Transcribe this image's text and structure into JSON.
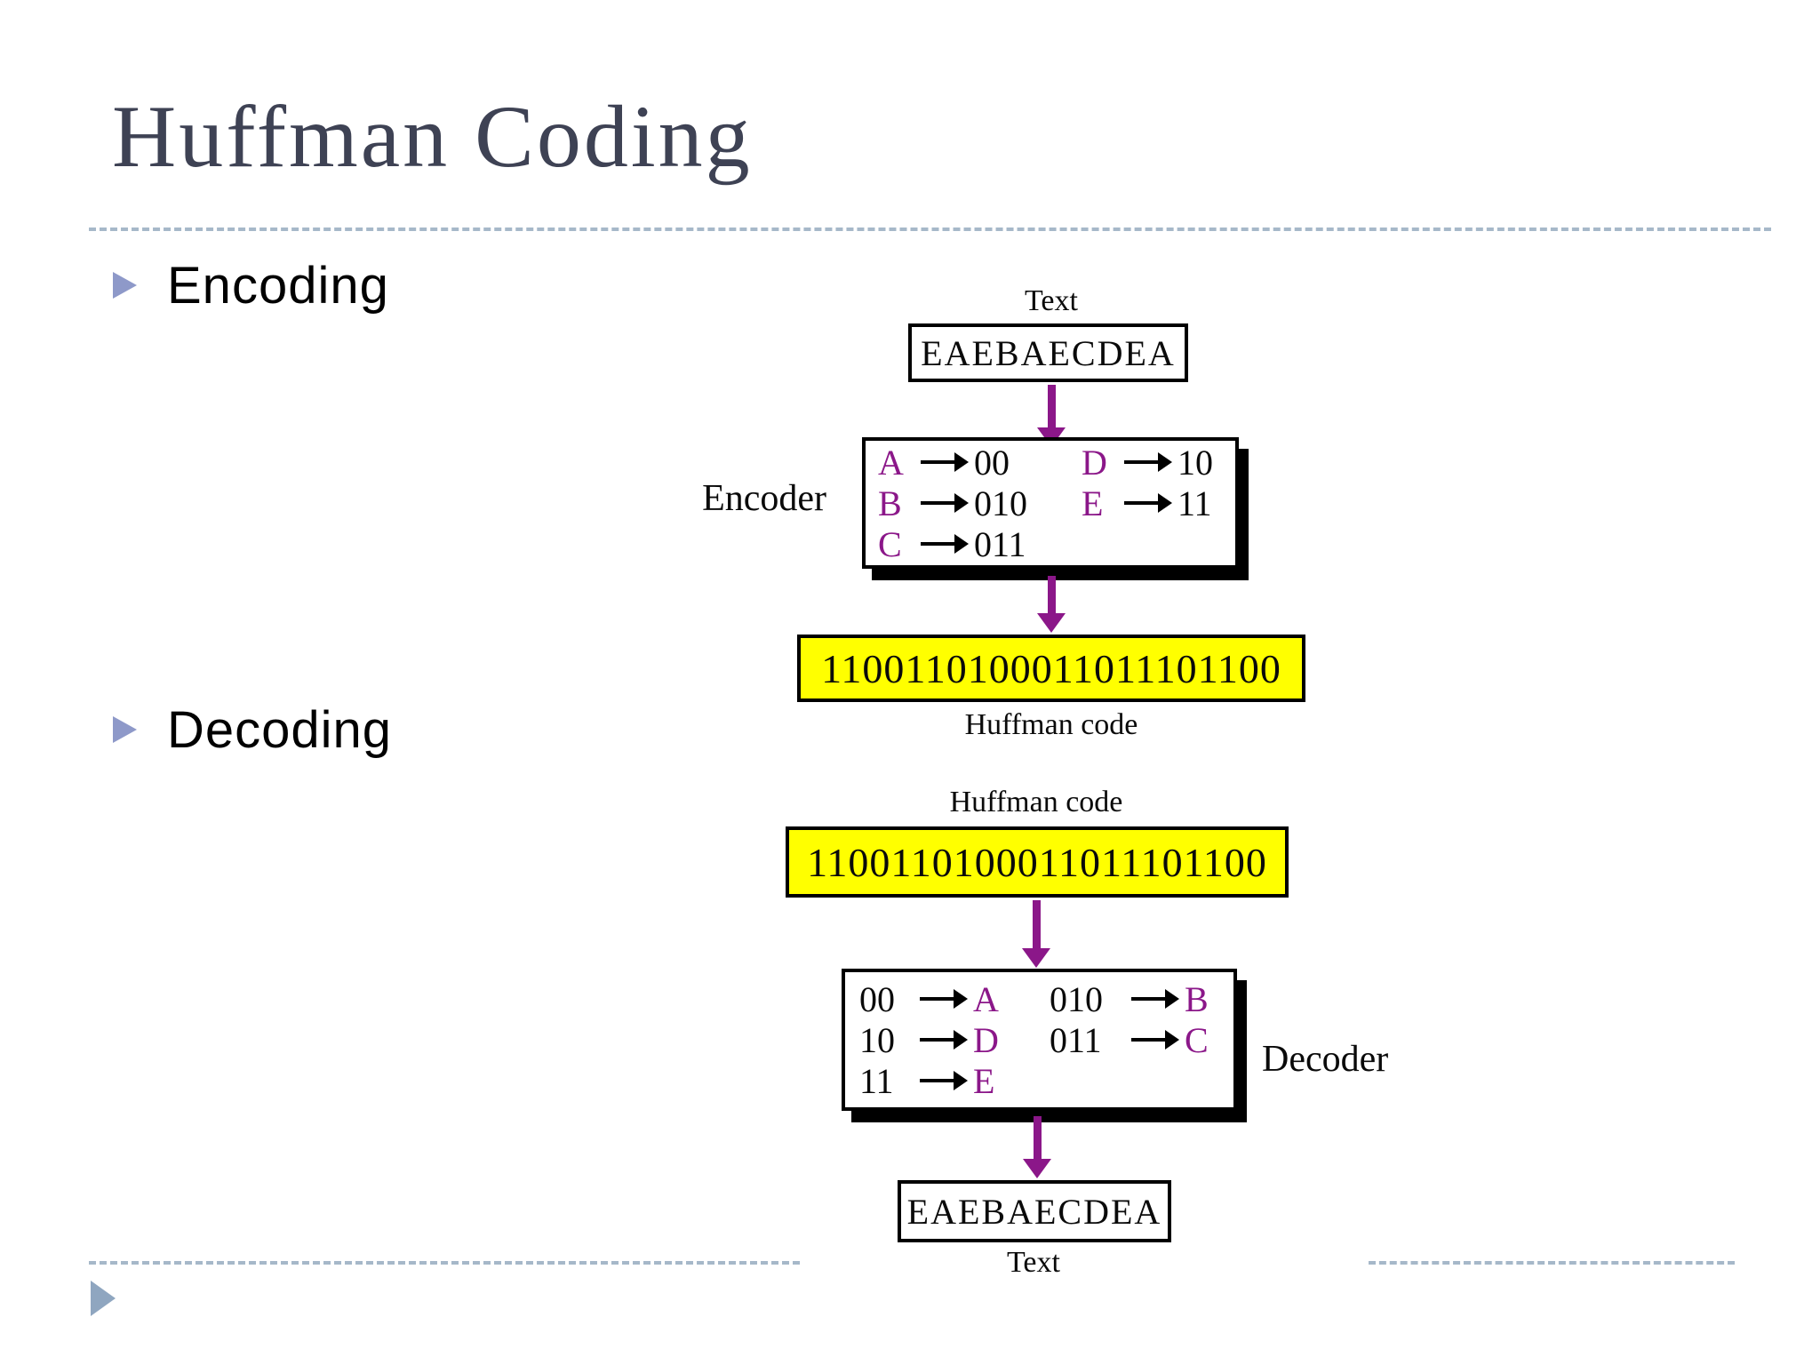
{
  "slide": {
    "title": "Huffman Coding",
    "bullets": [
      {
        "label": "Encoding"
      },
      {
        "label": "Decoding"
      }
    ]
  },
  "encoding": {
    "input_label": "Text",
    "input_text": "EAEBAECDEA",
    "box_label": "Encoder",
    "map_col1": [
      {
        "from": "A",
        "to": "00"
      },
      {
        "from": "B",
        "to": "010"
      },
      {
        "from": "C",
        "to": "011"
      }
    ],
    "map_col2": [
      {
        "from": "D",
        "to": "10"
      },
      {
        "from": "E",
        "to": "11"
      }
    ],
    "output_text": "1100110100011011101100",
    "output_label": "Huffman code"
  },
  "decoding": {
    "input_label": "Huffman code",
    "input_text": "1100110100011011101100",
    "box_label": "Decoder",
    "map_col1": [
      {
        "from": "00",
        "to": "A"
      },
      {
        "from": "10",
        "to": "D"
      },
      {
        "from": "11",
        "to": "E"
      }
    ],
    "map_col2": [
      {
        "from": "010",
        "to": "B"
      },
      {
        "from": "011",
        "to": "C"
      }
    ],
    "output_text": "EAEBAECDEA",
    "output_label": "Text"
  },
  "colors": {
    "purple": "#8B1789",
    "yellow": "#FFFF00",
    "title": "#3E4254",
    "dash": "#A6B8C9",
    "bullet": "#8E99C9",
    "corner": "#8FA6C0",
    "ink": "#0A0A0A"
  }
}
